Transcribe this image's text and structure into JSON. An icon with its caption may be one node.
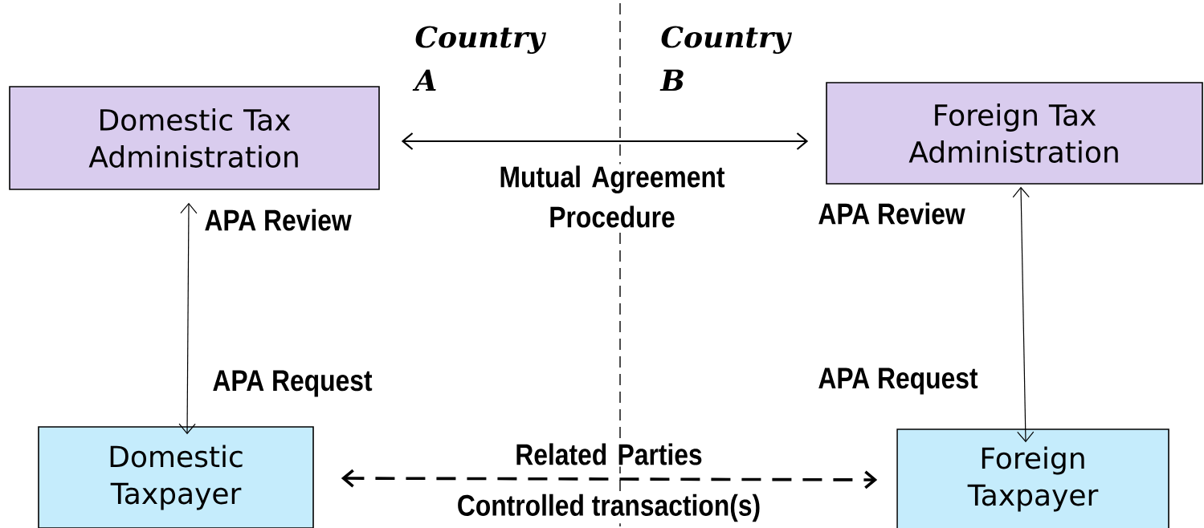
{
  "diagram": {
    "nodes": [
      {
        "text": [
          "Domestic Tax Administration"
        ]
      },
      {
        "text": [
          "Foreign Tax Administration"
        ]
      },
      {
        "text": [
          "Domestic Taxpayer"
        ]
      },
      {
        "text": [
          "Foreign Taxpayer"
        ]
      }
    ],
    "edges": [
      {
        "from": 0,
        "to": 1,
        "arrow": "both",
        "label": "Mutual  Agreement Procedure"
      },
      {
        "from": 0,
        "to": 2,
        "arrow": "both"
      },
      {
        "from": 1,
        "to": 3,
        "arrow": "both"
      },
      {
        "from": 2,
        "to": 3,
        "arrow": "both",
        "style": "dashed",
        "label": "Related Parties"
      }
    ],
    "labels": [
      "Country A",
      "Country B",
      "APA Review",
      "APA Review",
      "APA Request",
      "APA Request",
      "Controlled transaction(s)"
    ]
  }
}
